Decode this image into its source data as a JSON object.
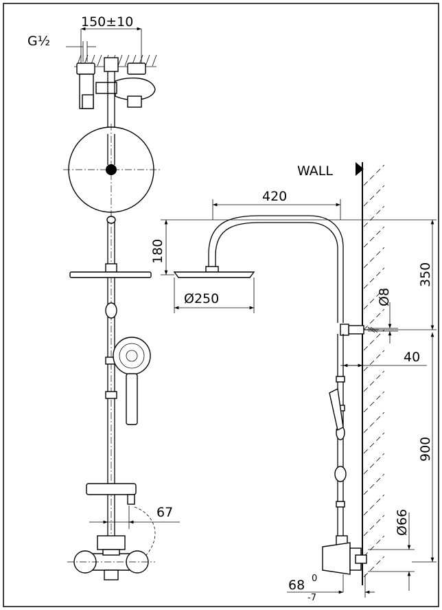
{
  "labels": {
    "g_half": "G½",
    "spacing": "150±10",
    "wall": "WALL",
    "arm_length": "420",
    "arm_rise": "180",
    "head_diameter": "Ø250",
    "arm_drop": "350",
    "pipe_diameter": "Ø8",
    "wall_offset": "40",
    "rail_height": "900",
    "handset_offset": "67",
    "mixer_diameter": "Ø66",
    "mixer_depth": "68",
    "tol_upper": "0",
    "tol_lower": "-7"
  }
}
